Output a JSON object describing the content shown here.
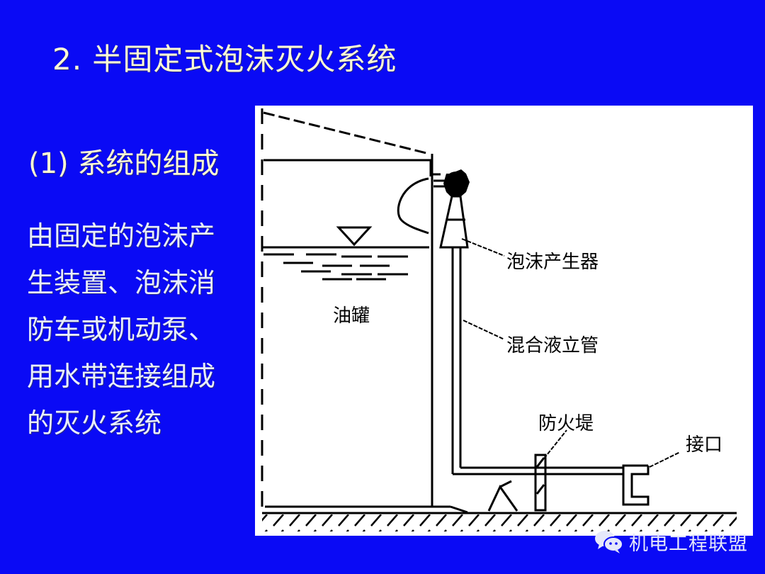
{
  "slide": {
    "title": "2. 半固定式泡沫灭火系统",
    "section_heading": "(1) 系统的组成",
    "body_lines": [
      "由固定的泡沫产",
      "生装置、泡沫消",
      "防车或机动泵、",
      "用水带连接组成",
      "的灭火系统"
    ],
    "background_color": "#0a0af5",
    "title_color": "#fefbd6",
    "body_color": "#e8eefc"
  },
  "diagram": {
    "labels": {
      "tank": "油罐",
      "foam_generator": "泡沫产生器",
      "mixed_liquid_riser": "混合液立管",
      "fire_dike": "防火堤",
      "connector": "接口"
    },
    "icons": {
      "liquid_level": "inverted-triangle-icon",
      "foam_generator": "filled-octagon-cone-icon",
      "ground": "hatched-ground-icon"
    }
  },
  "watermark": {
    "icon": "wechat-icon",
    "text": "机电工程联盟"
  }
}
